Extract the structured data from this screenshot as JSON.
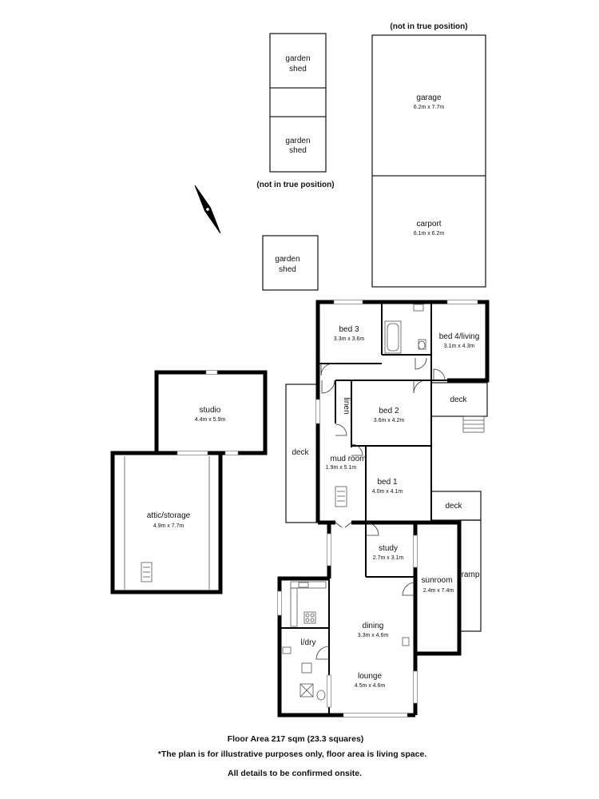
{
  "notes": {
    "not_true_position_top": "(not in true position)",
    "not_true_position_sheds": "(not in true position)"
  },
  "rooms": {
    "garden_shed_1_l1": "garden",
    "garden_shed_1_l2": "shed",
    "garden_shed_2_l1": "garden",
    "garden_shed_2_l2": "shed",
    "garden_shed_3_l1": "garden",
    "garden_shed_3_l2": "shed",
    "garage": {
      "name": "garage",
      "size": "6.2m x 7.7m"
    },
    "carport": {
      "name": "carport",
      "size": "6.1m x 6.2m"
    },
    "bed3": {
      "name": "bed 3",
      "size": "3.3m x 3.6m"
    },
    "bed4": {
      "name": "bed 4/living",
      "size": "3.1m x 4.3m"
    },
    "deck_right_top": "deck",
    "studio": {
      "name": "studio",
      "size": "4.4m x 5.9m"
    },
    "linen": "linen",
    "bed2": {
      "name": "bed 2",
      "size": "3.6m x 4.2m"
    },
    "deck_left": "deck",
    "mud_room": {
      "name": "mud room",
      "size": "1.9m x 5.1m"
    },
    "bed1": {
      "name": "bed 1",
      "size": "4.0m x 4.1m"
    },
    "attic": {
      "name": "attic/storage",
      "size": "4.9m x 7.7m"
    },
    "deck_right_mid": "deck",
    "study": {
      "name": "study",
      "size": "2.7m x 3.1m"
    },
    "sunroom": {
      "name": "sunroom",
      "size": "2.4m x 7.4m"
    },
    "ramp": "ramp",
    "dining": {
      "name": "dining",
      "size": "3.3m x 4.6m"
    },
    "ldry": "l/dry",
    "lounge": {
      "name": "lounge",
      "size": "4.5m x 4.6m"
    }
  },
  "footer": {
    "floor_area": "Floor Area 217 sqm (23.3 squares)",
    "disclaimer": "*The plan is for illustrative purposes only, floor area is living space.",
    "confirm": "All details to be confirmed onsite."
  }
}
